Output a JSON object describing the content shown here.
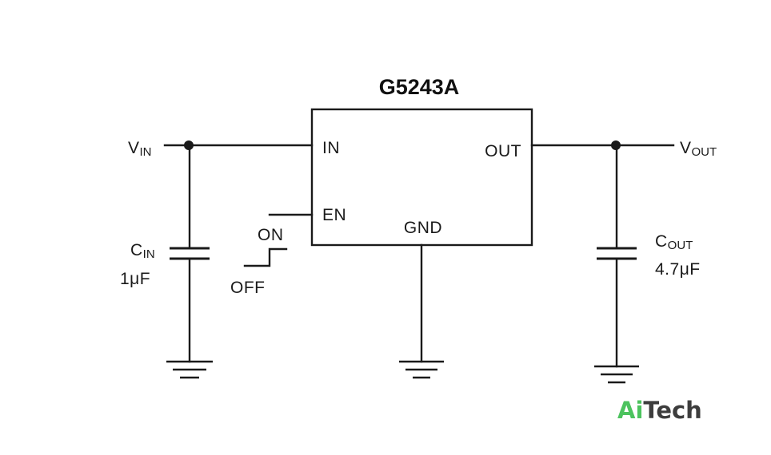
{
  "diagram": {
    "chip": {
      "part_number": "G5243A",
      "pins": {
        "in": "IN",
        "en": "EN",
        "out": "OUT",
        "gnd": "GND"
      }
    },
    "input": {
      "label_main": "V",
      "label_sub": "IN"
    },
    "output": {
      "label_main": "V",
      "label_sub": "OUT"
    },
    "input_capacitor": {
      "name_main": "C",
      "name_sub": "IN",
      "value": "1μF"
    },
    "output_capacitor": {
      "name_main": "C",
      "name_sub": "OUT",
      "value": "4.7μF"
    },
    "enable_switch": {
      "on_label": "ON",
      "off_label": "OFF"
    }
  },
  "watermark": {
    "part1": "Ai",
    "part2": "Tech",
    "color_part1": "#4cc35e",
    "color_part2": "#3d3d3d"
  }
}
